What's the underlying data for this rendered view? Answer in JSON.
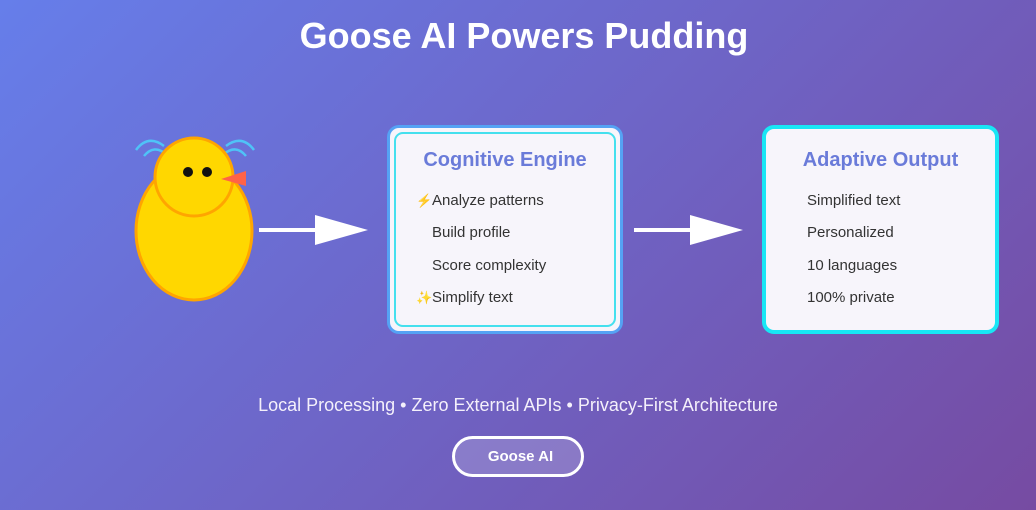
{
  "header": {
    "title_icon": "goose-emoji-icon",
    "title_glyph": "",
    "title": "Goose AI Powers Pudding"
  },
  "colors": {
    "background_start": "#667eea",
    "background_end": "#764ba2",
    "card_title": "#6a7bd9",
    "engine_border": "#55a2f4",
    "output_border": "#18e6f5",
    "goose_body": "#ffd700",
    "goose_outline": "#ffa500",
    "goose_beak": "#ff6347",
    "sound_waves": "#4fc3f7"
  },
  "diagram": {
    "source": {
      "icon": "goose-mascot-icon"
    },
    "engine": {
      "title": "Cognitive Engine",
      "items": [
        {
          "icon": "lightning-icon",
          "glyph": "⚡",
          "label": "Analyze patterns"
        },
        {
          "icon": "profile-icon",
          "glyph": "",
          "label": "Build profile"
        },
        {
          "icon": "chart-icon",
          "glyph": "",
          "label": "Score complexity"
        },
        {
          "icon": "sparkles-icon",
          "glyph": "✨",
          "label": "Simplify text"
        }
      ]
    },
    "output": {
      "title": "Adaptive Output",
      "items": [
        {
          "icon": "document-icon",
          "glyph": "",
          "label": "Simplified text"
        },
        {
          "icon": "target-icon",
          "glyph": "",
          "label": "Personalized"
        },
        {
          "icon": "globe-icon",
          "glyph": "",
          "label": "10 languages"
        },
        {
          "icon": "lock-icon",
          "glyph": "",
          "label": "100% private"
        }
      ]
    }
  },
  "footer": {
    "tagline": "Local Processing • Zero External APIs • Privacy-First Architecture",
    "badge": {
      "icon": "goose-emoji-icon",
      "glyph": "",
      "label": "Goose AI"
    }
  }
}
